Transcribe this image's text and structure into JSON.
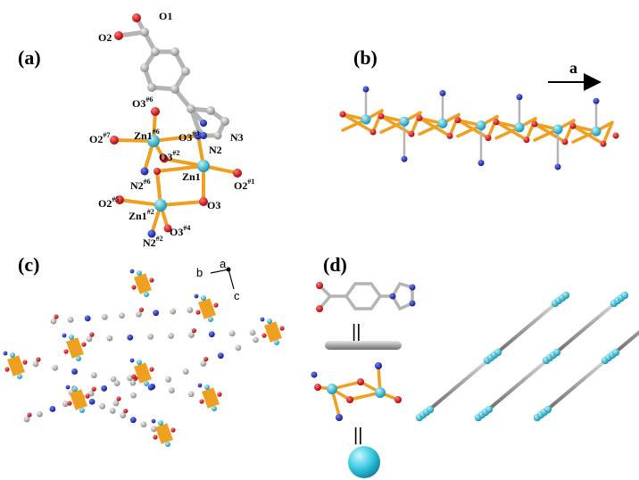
{
  "panels": {
    "a": "(a)",
    "b": "(b)",
    "c": "(c)",
    "d": "(d)"
  },
  "atoms": {
    "o1": {
      "base": "O1",
      "sup": ""
    },
    "o2": {
      "base": "O2",
      "sup": ""
    },
    "o3_6": {
      "base": "O3",
      "sup": "#6"
    },
    "o2_7": {
      "base": "O2",
      "sup": "#7"
    },
    "zn1_6": {
      "base": "Zn1",
      "sup": "#6"
    },
    "o3_3": {
      "base": "O3",
      "sup": "#3"
    },
    "n3": {
      "base": "N3",
      "sup": ""
    },
    "o3_2": {
      "base": "O3",
      "sup": "#2"
    },
    "n2": {
      "base": "N2",
      "sup": ""
    },
    "zn1": {
      "base": "Zn1",
      "sup": ""
    },
    "n2_6": {
      "base": "N2",
      "sup": "#6"
    },
    "o2_1": {
      "base": "O2",
      "sup": "#1"
    },
    "o2_5": {
      "base": "O2",
      "sup": "#5"
    },
    "zn1_2": {
      "base": "Zn1",
      "sup": "#2"
    },
    "o3": {
      "base": "O3",
      "sup": ""
    },
    "o3_4": {
      "base": "O3",
      "sup": "#4"
    },
    "n2_2": {
      "base": "N2",
      "sup": "#2"
    }
  },
  "axes_b": {
    "a": "a"
  },
  "axes_c": {
    "b": "b",
    "a": "a",
    "c": "c"
  },
  "symbols": {
    "equals1": "||",
    "equals2": "||"
  },
  "colors": {
    "carbon": "#b4b4b4",
    "oxygen": "#e00000",
    "nitrogen": "#1f2fbf",
    "zinc": "#2ec3dc",
    "bond_zn": "#f0a020",
    "rod": "#a8a8a8"
  }
}
